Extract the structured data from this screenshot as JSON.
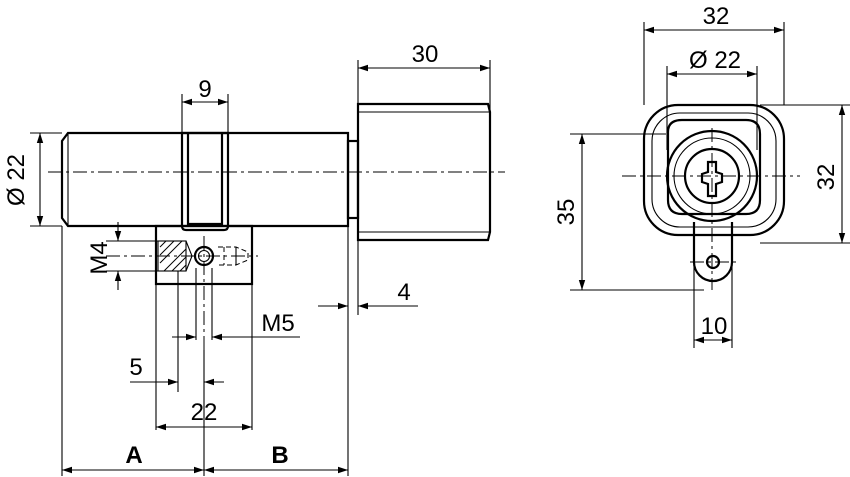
{
  "dimensions": {
    "side_diameter": "Ø 22",
    "collar_width": "9",
    "knob_length": "30",
    "gap": "4",
    "thread_small": "M4",
    "thread_screw": "M5",
    "offset": "5",
    "cam_span": "22",
    "length_a": "A",
    "length_b": "B",
    "front_width": "32",
    "front_diameter": "Ø 22",
    "front_height_total": "35",
    "front_height": "32",
    "cam_width": "10"
  }
}
